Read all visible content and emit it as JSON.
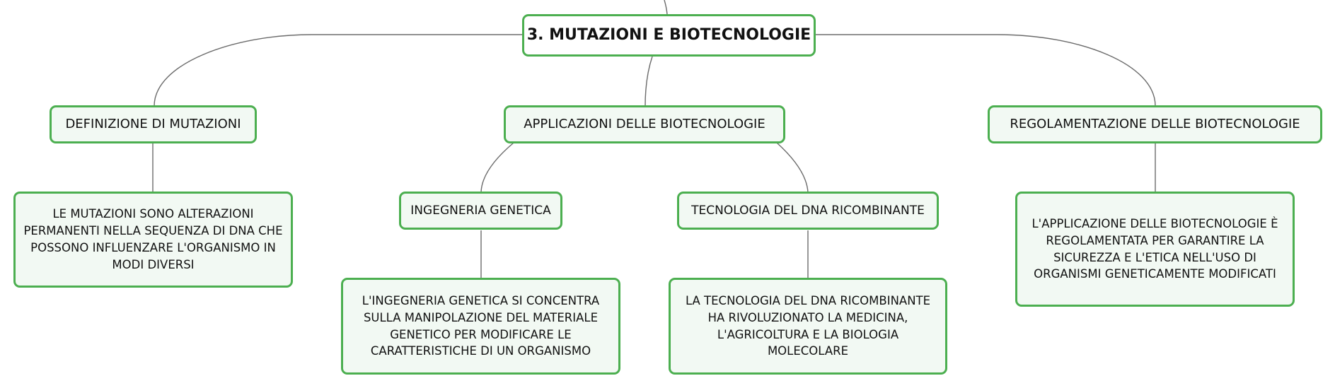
{
  "root": {
    "label": "3. MUTAZIONI E BIOTECNOLOGIE"
  },
  "branches": {
    "definizione": {
      "label": "DEFINIZIONE DI MUTAZIONI",
      "detail": "LE MUTAZIONI SONO ALTERAZIONI PERMANENTI NELLA SEQUENZA DI DNA CHE POSSONO INFLUENZARE L'ORGANISMO IN MODI DIVERSI"
    },
    "applicazioni": {
      "label": "APPLICAZIONI DELLE BIOTECNOLOGIE",
      "ingegneria": {
        "label": "INGEGNERIA GENETICA",
        "detail": "L'INGEGNERIA GENETICA SI CONCENTRA SULLA MANIPOLAZIONE DEL MATERIALE GENETICO PER MODIFICARE LE CARATTERISTICHE DI UN ORGANISMO"
      },
      "dna_ricombinante": {
        "label": "TECNOLOGIA DEL DNA RICOMBINANTE",
        "detail": "LA TECNOLOGIA DEL DNA RICOMBINANTE HA RIVOLUZIONATO LA MEDICINA, L'AGRICOLTURA E LA BIOLOGIA MOLECOLARE"
      }
    },
    "regolamentazione": {
      "label": "REGOLAMENTAZIONE DELLE BIOTECNOLOGIE",
      "detail": "L'APPLICAZIONE DELLE BIOTECNOLOGIE È REGOLAMENTATA PER GARANTIRE LA SICUREZZA E L'ETICA NELL'USO DI ORGANISMI GENETICAMENTE MODIFICATI"
    }
  },
  "colors": {
    "node_border": "#4caf50",
    "node_fill": "#f2f9f3",
    "connector": "#6b6b6b"
  }
}
